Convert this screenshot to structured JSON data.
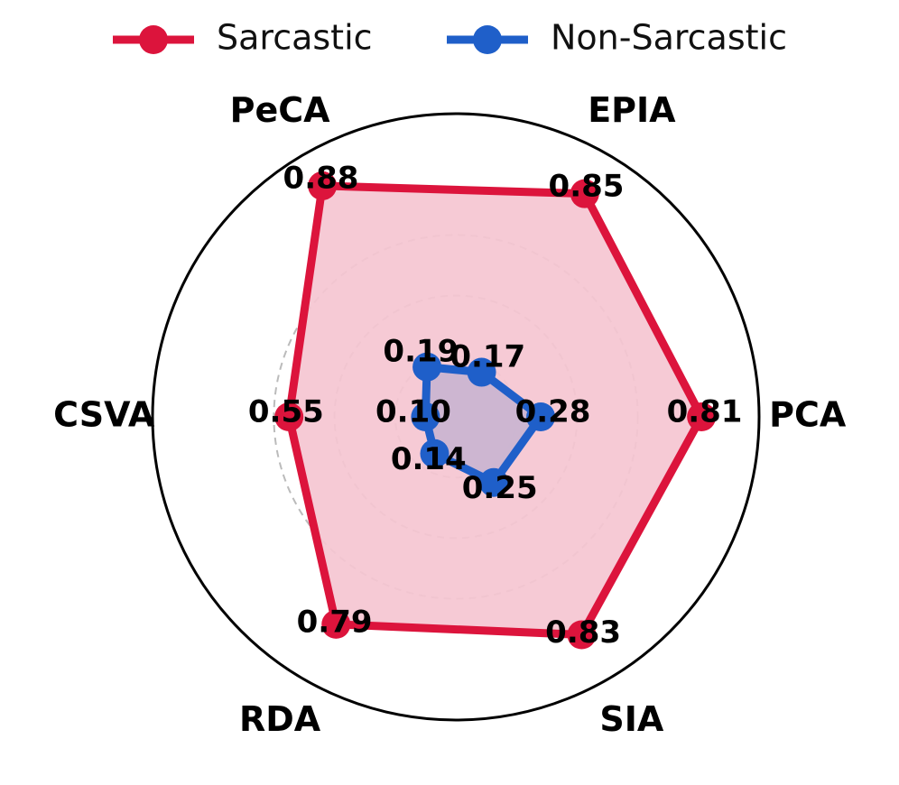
{
  "chart_data": {
    "type": "radar",
    "axes": [
      "PCA",
      "EPIA",
      "PeCA",
      "CSVA",
      "RDA",
      "SIA"
    ],
    "rlim": [
      0,
      1
    ],
    "grid_levels": [
      0.2,
      0.4,
      0.6
    ],
    "series": [
      {
        "name": "Sarcastic",
        "color": "#dc143c",
        "fill": "#f5c6d1",
        "values": [
          0.81,
          0.85,
          0.88,
          0.55,
          0.79,
          0.83
        ],
        "labels": [
          "0.81",
          "0.85",
          "0.88",
          "0.55",
          "0.79",
          "0.83"
        ]
      },
      {
        "name": "Non-Sarcastic",
        "color": "#1f5fc9",
        "fill": "#c9b4d0",
        "values": [
          0.28,
          0.17,
          0.19,
          0.1,
          0.14,
          0.25
        ],
        "labels": [
          "0.28",
          "0.17",
          "0.19",
          "0.10",
          "0.14",
          "0.25"
        ]
      }
    ],
    "legend": {
      "position": "top-center"
    }
  }
}
